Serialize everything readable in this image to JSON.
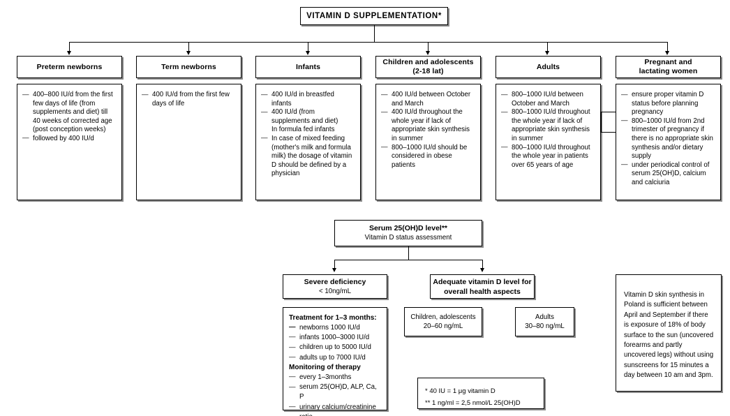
{
  "diagram": {
    "title": "VITAMIN D  SUPPLEMENTATION*"
  },
  "groups": [
    {
      "header": "Preterm newborns",
      "items": [
        {
          "dash": true,
          "text": "400–800 IU/d from the first few days of life (from supplements and diet) till 40 weeks of corrected age (post conception weeks)"
        },
        {
          "dash": true,
          "text": "followed by 400 IU/d"
        }
      ]
    },
    {
      "header": "Term newborns",
      "items": [
        {
          "dash": true,
          "text": "400 IU/d from the first few days of life"
        }
      ]
    },
    {
      "header": "Infants",
      "items": [
        {
          "dash": true,
          "text": "400 IU/d in breastfed infants"
        },
        {
          "dash": true,
          "text": "400 IU/d (from supplements and diet)"
        },
        {
          "dash": false,
          "text": "In formula fed infants"
        },
        {
          "dash": true,
          "text": "In case of mixed feeding (mother's milk and formula milk) the dosage of vitamin D should be defined by a physician"
        }
      ]
    },
    {
      "header": "Children and adolescents",
      "header2": "(2-18 lat)",
      "items": [
        {
          "dash": true,
          "text": "400 IU/d between October and March"
        },
        {
          "dash": true,
          "text": "400 IU/d throughout the whole year  if lack of appropriate skin synthesis in summer"
        },
        {
          "dash": true,
          "text": "800–1000 IU/d should be considered in obese patients"
        }
      ]
    },
    {
      "header": "Adults",
      "items": [
        {
          "dash": true,
          "text": "800–1000 IU/d between October and March"
        },
        {
          "dash": true,
          "text": "800–1000 IU/d throughout the whole year  if lack of appropriate skin synthesis in summer"
        },
        {
          "dash": true,
          "text": "800–1000 IU/d throughout the whole year in patients over 65 years of age"
        }
      ]
    },
    {
      "header": "Pregnant and",
      "header2": "lactating women",
      "items": [
        {
          "dash": true,
          "text": "ensure proper vitamin D status before planning pregnancy"
        },
        {
          "dash": true,
          "text": "800–1000 IU/d from 2nd trimester of pregnancy if there is no appropriate skin synthesis and/or dietary supply"
        },
        {
          "dash": true,
          "text": "under periodical control of serum 25(OH)D, calcium and calciuria"
        }
      ]
    }
  ],
  "serum": {
    "line1": "Serum 25(OH)D level**",
    "line2": "Vitamin D status assessment"
  },
  "severe": {
    "line1": "Severe deficiency",
    "line2": "< 10ng/mL"
  },
  "adequate": {
    "line1": "Adequate vitamin D level for",
    "line2": "overall health aspects"
  },
  "treatment": {
    "heading1": "Treatment for 1–3 months:",
    "items1": [
      "newborns  1000 IU/d",
      "infants  1000–3000 IU/d",
      "children  up to 5000 IU/d",
      "adults  up to 7000 IU/d"
    ],
    "heading2": "Monitoring of therapy",
    "items2": [
      "every 1–3months",
      "serum 25(OH)D, ALP, Ca, P",
      "urinary calcium/creatinine ratio"
    ]
  },
  "ranges": [
    {
      "line1": "Children, adolescents",
      "line2": "20–60 ng/mL"
    },
    {
      "line1": "Adults",
      "line2": "30–80 ng/mL"
    }
  ],
  "note": {
    "text": "Vitamin D skin synthesis in Poland is sufficient between April and September if there is exposure of 18% of body surface to the sun (uncovered forearms and partly uncovered legs) without using sunscreens for 15 minutes a day between 10 am and 3pm."
  },
  "footnotes": {
    "line1": "* 40 IU = 1 μg vitamin D",
    "line2": "** 1 ng/ml = 2,5 nmol/L 25(OH)D"
  }
}
